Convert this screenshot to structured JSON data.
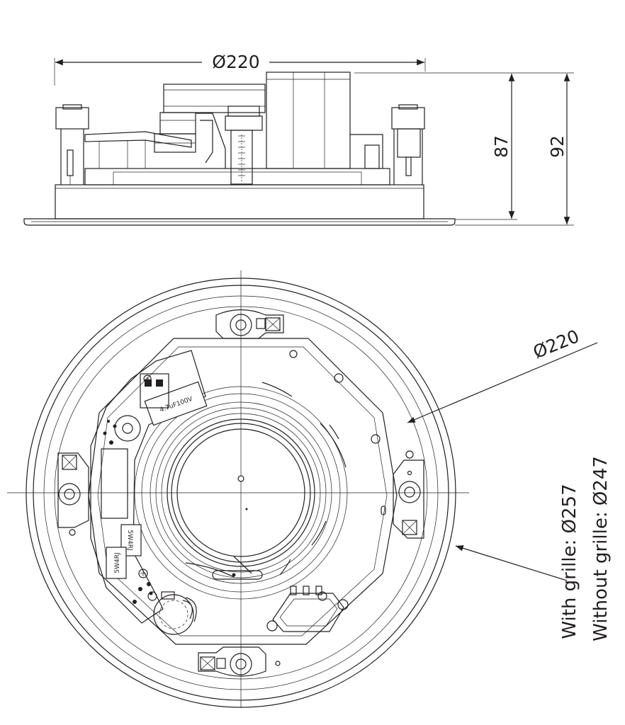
{
  "side_view": {
    "width_dim": "Ø220",
    "height_dim_1": "87",
    "height_dim_2": "92"
  },
  "front_view": {
    "outer_dim": "Ø220",
    "grille_label": "With grille: Ø257",
    "cutout_label": "Without grille: Ø247",
    "capacitor_label": "4.7uF100V",
    "resistor_label_1": "5W4RJ",
    "resistor_label_2": "5W4RJ"
  }
}
